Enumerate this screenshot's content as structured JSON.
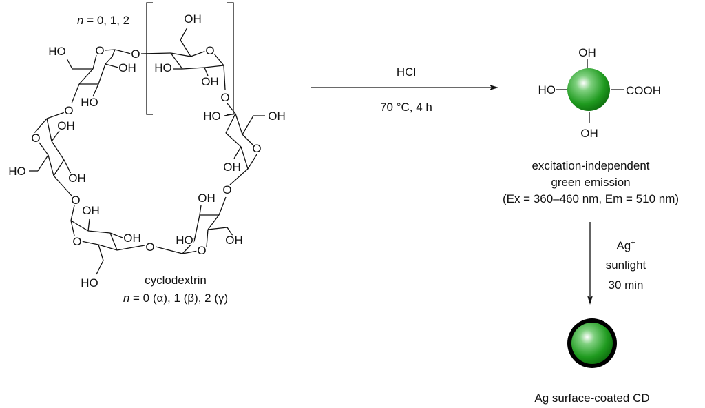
{
  "reactant": {
    "repeat_label_prefix": "n",
    "repeat_label_suffix": " = 0, 1, 2",
    "name": "cyclodextrin",
    "variant_prefix": "n",
    "variant_suffix": " = 0 (α), 1 (β), 2 (γ)",
    "atoms": [
      "OH",
      "HO",
      "O",
      "O",
      "OH",
      "HO",
      "O",
      "HO",
      "OH",
      "O",
      "HO",
      "OH",
      "O",
      "OH",
      "O",
      "OH",
      "HO",
      "OH",
      "O",
      "O",
      "OH",
      "O",
      "HO",
      "OH",
      "O",
      "HO",
      "OH",
      "O",
      "OH",
      "O"
    ]
  },
  "step1": {
    "reagent": "HCl",
    "conditions": "70 °C, 4 h"
  },
  "carbon_dot": {
    "groups": {
      "top": "OH",
      "left": "HO",
      "right": "COOH",
      "bottom": "OH"
    },
    "description_lines": [
      "excitation-independent",
      "green emission",
      "(Ex = 360–460 nm, Em = 510 nm)"
    ],
    "color": "#1f9a1f"
  },
  "step2": {
    "reagent_base": "Ag",
    "reagent_sup": "+",
    "condition1": "sunlight",
    "condition2": "30 min"
  },
  "product": {
    "name": "Ag surface-coated CD",
    "shell_color": "#000000"
  }
}
